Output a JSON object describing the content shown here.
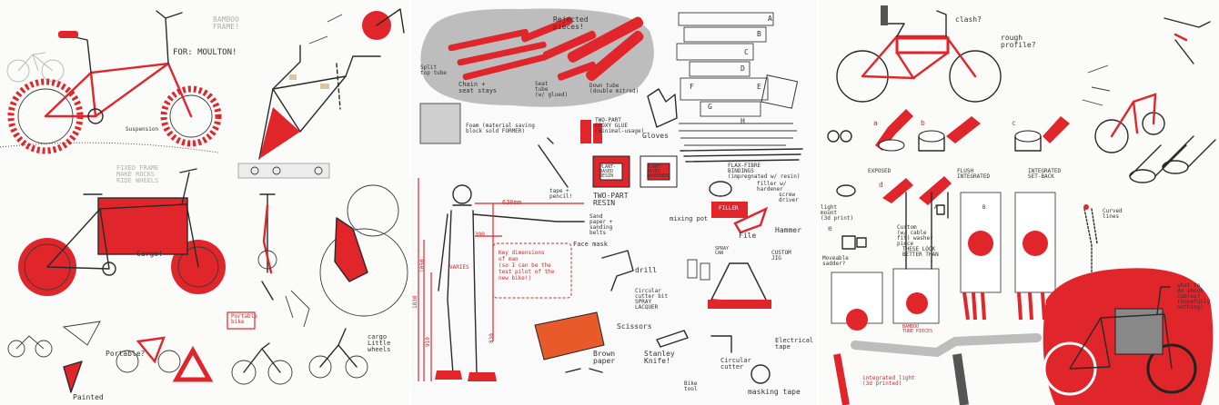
{
  "left_panel": {
    "labels": {
      "for_moulton": "FOR: MOULTON!",
      "bamboo_frame": "BAMBOO\nFRAME!",
      "suspension": "Suspension",
      "cargo": "Cargo!",
      "portable": "Portable?",
      "painted": "Painted",
      "cargo_little_wheels": "cargo\nLittle\nwheels",
      "portable_bike": "Portable\nbike",
      "faint_notes": "FIXED FRAME\nMAKE ROCKS\nRIDE WHEELS"
    }
  },
  "mid_panel": {
    "labels": {
      "rejected_pieces": "Rejected\npieces!",
      "split_top_tube": "Split\ntop tube",
      "chain_seat_stays": "Chain +\nseat stays",
      "seat_tube": "Seat\ntube\n(w/ glued)",
      "down_tube": "Down tube\n(double mitred)",
      "foam": "Foam (material saving\nblock sold FORMER)",
      "two_part_epoxy": "TWO-PART\nEPOXY GLUE\n(minimal-usage)",
      "gloves": "Gloves",
      "tape_pencil": "tape +\npencil!",
      "plant_resin": "PLANT-\nBASED\nRESIN",
      "plant_hardener": "PLANT-\nBASED\nHARDENER",
      "flax_fibre": "FLAX-FIBRE\nBINDINGS\n(impregnated w/ resin)",
      "filler_hardener": "filler w/\nhardener",
      "two_part_resin": "TWO-PART\nRESIN",
      "mixing_pot": "mixing pot",
      "screwdriver": "screw\ndriver",
      "dim_630": "630mm",
      "dim_390": "390",
      "sandpaper": "Sand\npaper +\nsanding\nbelts",
      "filler": "FILLER",
      "file": "File",
      "hammer": "Hammer",
      "face_mask": "Face mask",
      "varies": "VARIES",
      "key_dimensions": "Key dimensions\nof man\n(so I can be the\ntest pilot of the\nnew bike!)",
      "drill": "drill",
      "spray_can": "SPRAY\nCAN",
      "custom_jig": "CUSTOM\nJIG",
      "circular_cutter_bits": "Circular\ncutter bit\nSPRAY\nLACQUER",
      "scissors": "Scissors",
      "brown_paper": "Brown\npaper",
      "stanley_knife": "Stanley\nKnife!",
      "circular_cutter": "Circular\ncutter",
      "electrical_tape": "Electrical\ntape",
      "bike_tool": "Bike\ntool",
      "masking_tape": "masking tape",
      "dim_1830": "1830",
      "dim_1050": "1050",
      "dim_910": "910",
      "dim_830": "830",
      "wood_letters": [
        "A",
        "B",
        "C",
        "D",
        "E",
        "F",
        "G",
        "H"
      ]
    }
  },
  "right_panel": {
    "labels": {
      "clash": "clash?",
      "rough_profile": "rough\nprofile?",
      "opt_a": "a",
      "opt_b": "b",
      "opt_c": "c",
      "opt_d": "d",
      "opt_e": "e",
      "exposed": "EXPOSED",
      "flush": "FLUSH\nINTEGRATED",
      "integrated_setback": "INTEGRATED\nSET-BACK",
      "light_mount": "light\nmount\n(3d print)",
      "custom_fit": "Custom\n(w/ cable\nfit) washer\npiece",
      "these_look": "THESE LOOK\nBETTER THAN",
      "moveable": "Moveable\nsadder?",
      "bamboo_rings": "BAMBOO\nTUBE PIECES",
      "curved_lines": "Curved\nlines",
      "tag_a": "A",
      "tag_b": "B",
      "annot_integrated": "integrated light\n(3d printed)",
      "what_to_do": "what to\ndo about\ncables?\n(hopefully\nnothing)"
    }
  },
  "colors": {
    "accent_red": "#e0262b",
    "ink": "#2a2a2a",
    "paper": "#fbfbfa",
    "grey_mat": "#bdbdbd"
  }
}
